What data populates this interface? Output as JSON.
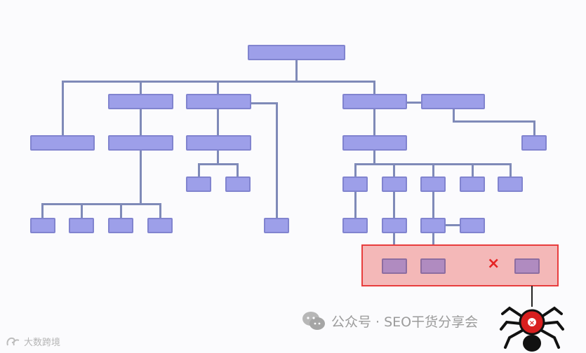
{
  "diagram": {
    "description_nodes": "site link tree (unlabeled nodes)",
    "trap_marker": "×"
  },
  "watermark": {
    "account_text": "公众号 · SEO干货分享会",
    "logo_text": "大数跨境",
    "wechat_icon": "wechat-icon"
  },
  "colors": {
    "node_fill": "#9d9fe9",
    "node_border": "#8184cf",
    "connector": "#7f8ab8",
    "trap_fill": "#f4b8b8",
    "trap_border": "#e83d3d",
    "dead_node_fill": "#b08bc0",
    "marker": "#e52424"
  }
}
